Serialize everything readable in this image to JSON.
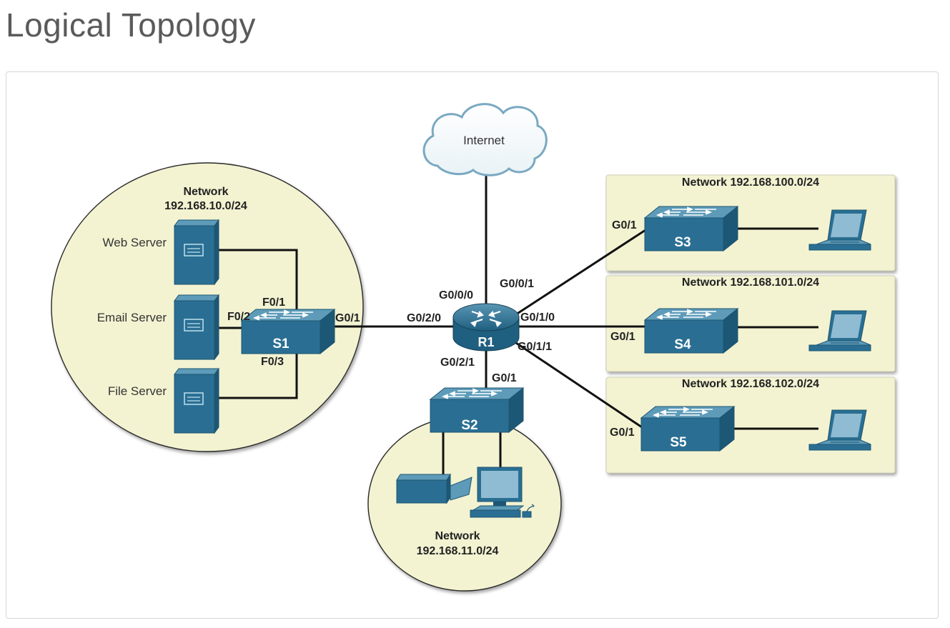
{
  "page": {
    "title": "Logical Topology"
  },
  "cloud": {
    "label": "Internet"
  },
  "router": {
    "name": "R1"
  },
  "networks": {
    "lan10": {
      "title": "Network",
      "subnet": "192.168.10.0/24"
    },
    "lan11": {
      "title": "Network",
      "subnet": "192.168.11.0/24"
    },
    "lan100": {
      "label": "Network 192.168.100.0/24"
    },
    "lan101": {
      "label": "Network 192.168.101.0/24"
    },
    "lan102": {
      "label": "Network 192.168.102.0/24"
    }
  },
  "servers": {
    "web": "Web Server",
    "email": "Email Server",
    "file": "File Server"
  },
  "switches": {
    "s1": "S1",
    "s2": "S2",
    "s3": "S3",
    "s4": "S4",
    "s5": "S5"
  },
  "ports": {
    "s1_f01": "F0/1",
    "s1_f02": "F0/2",
    "s1_f03": "F0/3",
    "s1_g01": "G0/1",
    "r1_g000": "G0/0/0",
    "r1_g001": "G0/0/1",
    "r1_g020": "G0/2/0",
    "r1_g010": "G0/1/0",
    "r1_g011": "G0/1/1",
    "r1_g021": "G0/2/1",
    "s2_g01": "G0/1",
    "s3_g01": "G0/1",
    "s4_g01": "G0/1",
    "s5_g01": "G0/1"
  }
}
